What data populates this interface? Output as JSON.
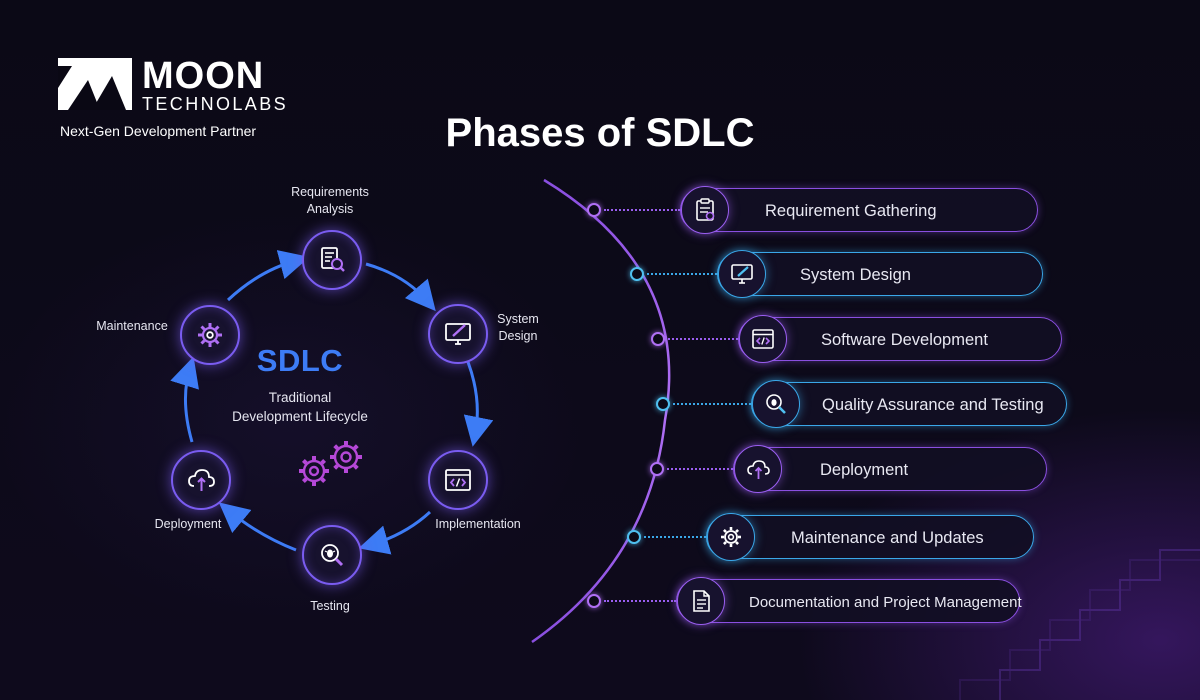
{
  "brand": {
    "name": "MOON",
    "sub": "TECHNOLABS",
    "tagline": "Next-Gen Development Partner"
  },
  "title": "Phases of SDLC",
  "cycle": {
    "center_title": "SDLC",
    "center_subtitle": "Traditional Development Lifecycle",
    "nodes": [
      {
        "label": "Requirements Analysis",
        "icon": "document-search-icon"
      },
      {
        "label": "System Design",
        "icon": "design-monitor-icon"
      },
      {
        "label": "Implementation",
        "icon": "code-window-icon"
      },
      {
        "label": "Testing",
        "icon": "bug-search-icon"
      },
      {
        "label": "Deployment",
        "icon": "cloud-upload-icon"
      },
      {
        "label": "Maintenance",
        "icon": "gear-icon"
      }
    ]
  },
  "phases": [
    {
      "label": "Requirement Gathering",
      "icon": "clipboard-icon",
      "accent": "violet"
    },
    {
      "label": "System Design",
      "icon": "design-monitor-icon",
      "accent": "cyan"
    },
    {
      "label": "Software Development",
      "icon": "code-window-icon",
      "accent": "violet"
    },
    {
      "label": "Quality Assurance and Testing",
      "icon": "bug-search-icon",
      "accent": "cyan"
    },
    {
      "label": "Deployment",
      "icon": "cloud-upload-icon",
      "accent": "violet"
    },
    {
      "label": "Maintenance and Updates",
      "icon": "gear-icon",
      "accent": "cyan"
    },
    {
      "label": "Documentation and Project Management",
      "icon": "document-icon",
      "accent": "violet"
    }
  ],
  "colors": {
    "background": "#0a0814",
    "accent_blue": "#3d7cf5",
    "accent_violet": "#8a4fe0",
    "accent_cyan": "#3aa7e8"
  }
}
